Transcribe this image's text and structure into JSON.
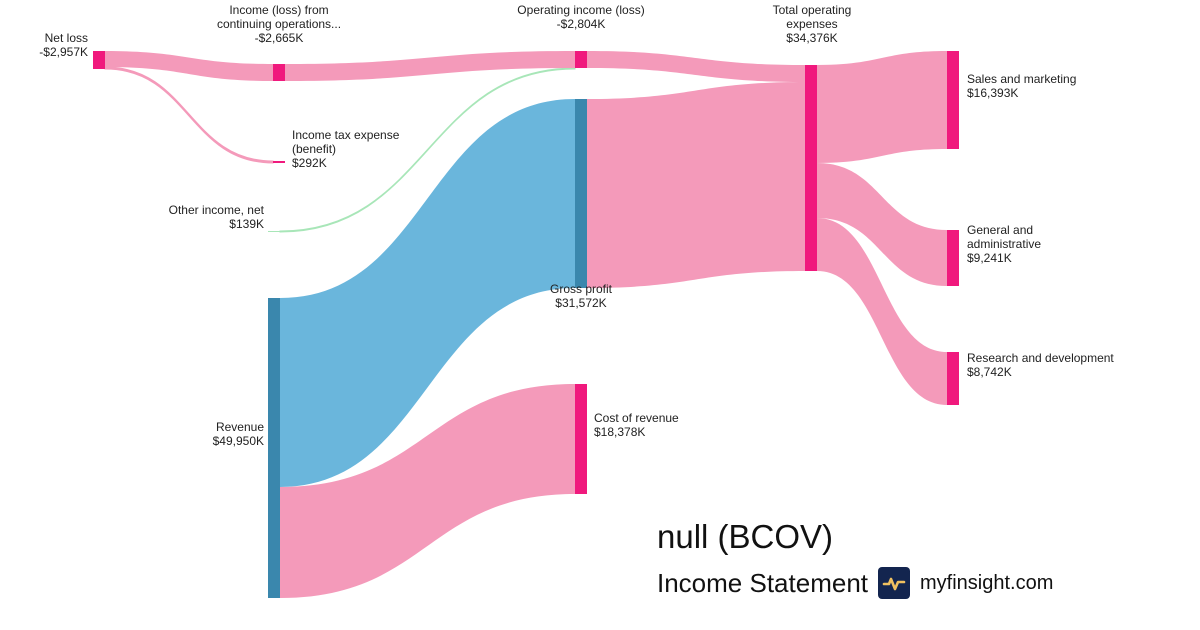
{
  "chart_data": {
    "type": "sankey",
    "title": "null (BCOV)",
    "subtitle": "Income Statement",
    "units": "K USD",
    "nodes": [
      {
        "id": "net_loss",
        "name": "Net loss",
        "value_label": "-$2,957K",
        "value": -2957,
        "color": "#f0197d"
      },
      {
        "id": "cont_ops",
        "name": "Income (loss) from continuing operations...",
        "name_lines": [
          "Income (loss) from",
          "continuing operations..."
        ],
        "value_label": "-$2,665K",
        "value": -2665,
        "color": "#f0197d"
      },
      {
        "id": "tax",
        "name": "Income tax expense (benefit)",
        "name_lines": [
          "Income tax expense",
          "(benefit)"
        ],
        "value_label": "$292K",
        "value": 292,
        "color": "#f0197d"
      },
      {
        "id": "other",
        "name": "Other income, net",
        "value_label": "$139K",
        "value": 139,
        "color": "#2ca02c"
      },
      {
        "id": "op_inc",
        "name": "Operating income (loss)",
        "value_label": "-$2,804K",
        "value": -2804,
        "color": "#f0197d"
      },
      {
        "id": "revenue",
        "name": "Revenue",
        "value_label": "$49,950K",
        "value": 49950,
        "color": "#3a87ad"
      },
      {
        "id": "gross",
        "name": "Gross profit",
        "value_label": "$31,572K",
        "value": 31572,
        "color": "#3a87ad"
      },
      {
        "id": "cost",
        "name": "Cost of revenue",
        "value_label": "$18,378K",
        "value": 18378,
        "color": "#f0197d"
      },
      {
        "id": "opex",
        "name": "Total operating expenses",
        "name_lines": [
          "Total operating",
          "expenses"
        ],
        "value_label": "$34,376K",
        "value": 34376,
        "color": "#f0197d"
      },
      {
        "id": "sm",
        "name": "Sales and marketing",
        "value_label": "$16,393K",
        "value": 16393,
        "color": "#f0197d"
      },
      {
        "id": "ga",
        "name": "General and administrative",
        "name_lines": [
          "General and",
          "administrative"
        ],
        "value_label": "$9,241K",
        "value": 9241,
        "color": "#f0197d"
      },
      {
        "id": "rd",
        "name": "Research and development",
        "value_label": "$8,742K",
        "value": 8742,
        "color": "#f0197d"
      }
    ],
    "links": [
      {
        "source": "revenue",
        "target": "gross",
        "value": 31572,
        "color": "#6ab6dc"
      },
      {
        "source": "revenue",
        "target": "cost",
        "value": 18378,
        "color": "#f49aba"
      },
      {
        "source": "gross",
        "target": "opex",
        "value": 31572,
        "color": "#f49aba"
      },
      {
        "source": "op_inc",
        "target": "opex",
        "value": 2804,
        "color": "#f49aba"
      },
      {
        "source": "other",
        "target": "op_inc",
        "value": 139,
        "color": "#a8e6b8"
      },
      {
        "source": "cont_ops",
        "target": "op_inc",
        "value": 2665,
        "color": "#f49aba"
      },
      {
        "source": "net_loss",
        "target": "cont_ops",
        "value": 2665,
        "color": "#f49aba"
      },
      {
        "source": "net_loss",
        "target": "tax",
        "value": 292,
        "color": "#f49aba"
      },
      {
        "source": "opex",
        "target": "sm",
        "value": 16393,
        "color": "#f49aba"
      },
      {
        "source": "opex",
        "target": "ga",
        "value": 9241,
        "color": "#f49aba"
      },
      {
        "source": "opex",
        "target": "rd",
        "value": 8742,
        "color": "#f49aba"
      }
    ]
  },
  "branding": {
    "site": "myfinsight.com",
    "logo_icon": "pulse-icon"
  }
}
